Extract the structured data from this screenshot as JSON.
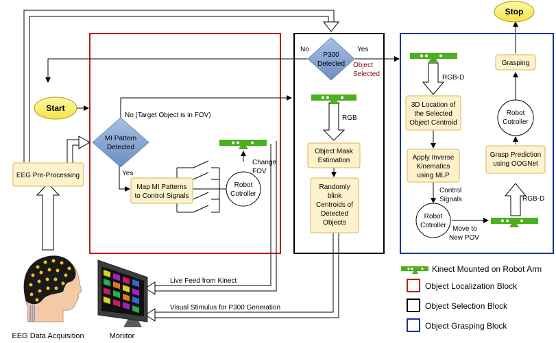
{
  "nodes": {
    "start": "Start",
    "stop": "Stop",
    "eeg_preprocessing": "EEG Pre-Processing",
    "mi_pattern": [
      "MI Pattern",
      "Detected"
    ],
    "map_mi": [
      "Map MI Patterns",
      "to Control Signals"
    ],
    "robot_controller_1": [
      "Robot",
      "Cotroller"
    ],
    "p300": [
      "P300",
      "Detected"
    ],
    "object_mask": [
      "Object Mask",
      "Estimation"
    ],
    "blink_centroids": [
      "Randomly",
      "blink",
      "Centroids of",
      "Detected",
      "Objects"
    ],
    "location_3d": [
      "3D Location of",
      "the Selected",
      "Object Centroid"
    ],
    "inverse_kinematics": [
      "Apply Inverse",
      "Kinematics",
      "using MLP"
    ],
    "robot_controller_2": [
      "Robot",
      "Cotroller"
    ],
    "robot_controller_3": [
      "Robot",
      "Cotroller"
    ],
    "grasp_prediction": [
      "Grasp Prediction",
      "using OOGNet"
    ],
    "grasping": "Grasping"
  },
  "edge_labels": {
    "no_fov": "No (Target Object is in FOV)",
    "yes_mi": "Yes",
    "change_fov": [
      "Change",
      "FOV"
    ],
    "no_p300": "No",
    "yes_p300": "Yes",
    "object_selected": [
      "Object",
      "Selected"
    ],
    "rgb": "RGB",
    "rgbd_1": "RGB-D",
    "rgbd_2": "RGB-D",
    "control_signals": [
      "Control",
      "Signals"
    ],
    "move_pov": [
      "Move to",
      "New POV"
    ],
    "live_feed": "Live Feed from Kinect",
    "visual_stimulus": "Visual Stimulus for P300 Generation"
  },
  "captions": {
    "eeg_acquisition": "EEG Data Acquisition",
    "monitor": "Monitor"
  },
  "legend": {
    "kinect": "Kinect Mounted on Robot Arm",
    "localization": "Object Localization Block",
    "selection": "Object Selection Block",
    "grasping": "Object Grasping Block"
  },
  "colors": {
    "localization_block": "#b81c1c",
    "selection_block": "#000000",
    "grasping_block": "#1c2fa0",
    "kinect": "#4caf1f",
    "node_fill": "#fdf2cc",
    "node_stroke": "#d6b656",
    "terminal_fill": "#fbf37a",
    "decision_fill": "#6c8ebf",
    "object_selected_text": "#8b0000"
  },
  "icons": [
    "kinect-camera-icon",
    "eeg-head-icon",
    "monitor-icon"
  ]
}
